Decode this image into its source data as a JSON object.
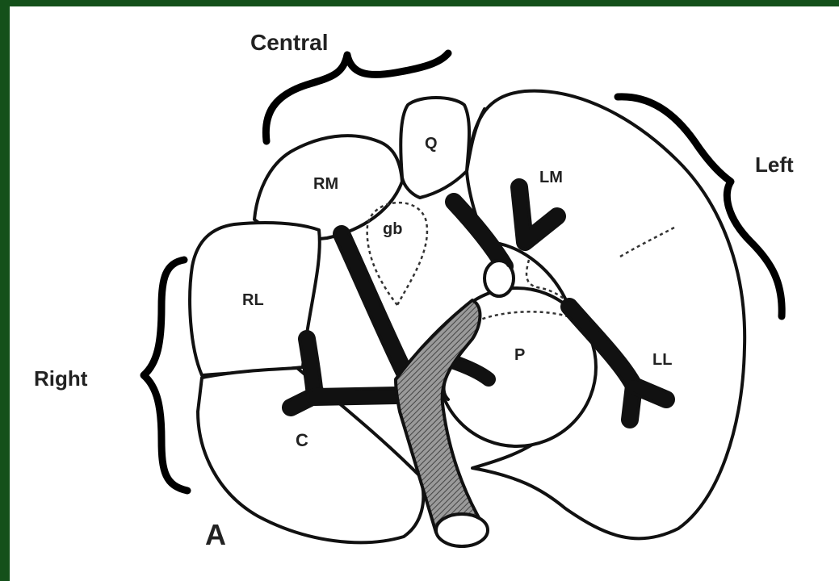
{
  "labels": {
    "central": "Central",
    "left": "Left",
    "right": "Right",
    "q": "Q",
    "rm": "RM",
    "lm": "LM",
    "gb": "gb",
    "rl": "RL",
    "ll": "LL",
    "p": "P",
    "c": "C",
    "panel": "A"
  },
  "colors": {
    "border": "#14501a",
    "background": "#ffffff",
    "ink": "#111111",
    "vena_cava_fill": "#8a8a8a"
  }
}
